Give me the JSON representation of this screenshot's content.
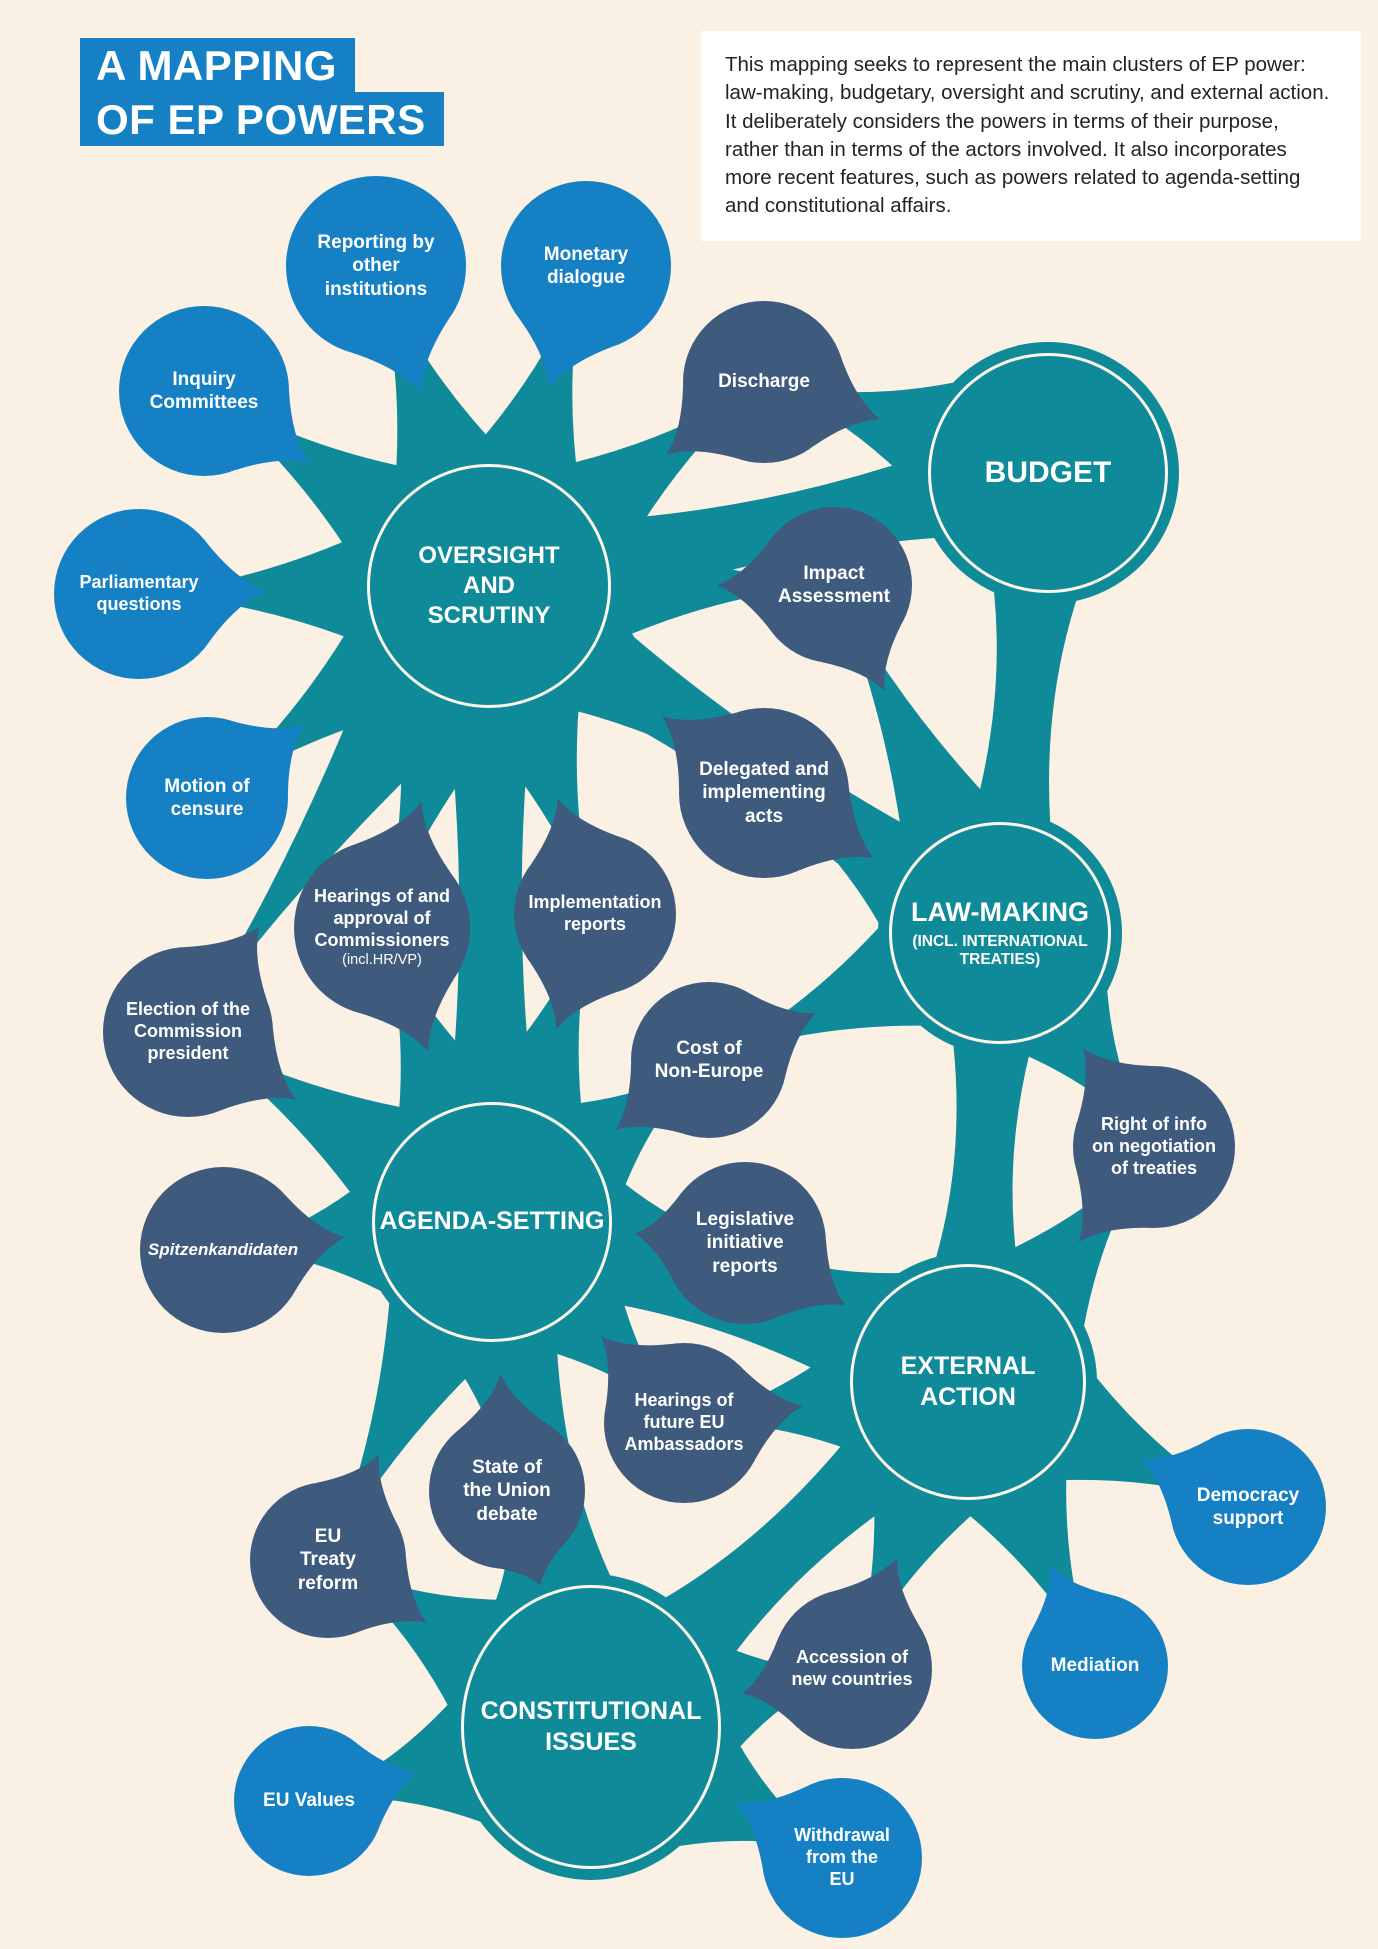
{
  "title": {
    "line1": "A MAPPING",
    "line2": "OF EP POWERS"
  },
  "intro": {
    "text": "This mapping seeks to represent the main clusters of EP power: law-making, budgetary, oversight and scrutiny, and external action. It deliberately considers the powers in terms of their purpose, rather than in terms of the actors involved. It also incorporates more recent features, such as powers related to agenda-setting and constitutional affairs."
  },
  "colors": {
    "teal": "#0e8a99",
    "blue": "#1581c4",
    "navy": "#3e5a7d",
    "background": "#faf0e4",
    "ring": "#fcf5ea",
    "ink": "#262223"
  },
  "hubs": [
    {
      "id": "oversight",
      "label": "OVERSIGHT\nAND\nSCRUTINY"
    },
    {
      "id": "budget",
      "label": "BUDGET"
    },
    {
      "id": "lawmaking",
      "label": "LAW-MAKING",
      "sublabel": "(INCL. INTERNATIONAL\nTREATIES)"
    },
    {
      "id": "agenda",
      "label": "AGENDA-SETTING"
    },
    {
      "id": "external",
      "label": "EXTERNAL ACTION"
    },
    {
      "id": "constitutional",
      "label": "CONSTITUTIONAL\nISSUES"
    }
  ],
  "satellites": [
    {
      "id": "reporting",
      "label": "Reporting by\nother\ninstitutions",
      "color": "blue",
      "connects": [
        "oversight"
      ]
    },
    {
      "id": "monetary",
      "label": "Monetary\ndialogue",
      "color": "blue",
      "connects": [
        "oversight"
      ]
    },
    {
      "id": "inquiry",
      "label": "Inquiry\nCommittees",
      "color": "blue",
      "connects": [
        "oversight"
      ]
    },
    {
      "id": "parliamentary",
      "label": "Parliamentary\nquestions",
      "color": "blue",
      "connects": [
        "oversight"
      ]
    },
    {
      "id": "motion",
      "label": "Motion of\ncensure",
      "color": "blue",
      "connects": [
        "oversight"
      ]
    },
    {
      "id": "discharge",
      "label": "Discharge",
      "color": "navy",
      "connects": [
        "oversight",
        "budget"
      ]
    },
    {
      "id": "impact",
      "label": "Impact\nAssessment",
      "color": "navy",
      "connects": [
        "oversight",
        "lawmaking"
      ]
    },
    {
      "id": "delegated",
      "label": "Delegated and\nimplementing\nacts",
      "color": "navy",
      "connects": [
        "oversight",
        "lawmaking"
      ]
    },
    {
      "id": "implementation",
      "label": "Implementation\nreports",
      "color": "navy",
      "connects": [
        "oversight",
        "agenda"
      ]
    },
    {
      "id": "hearingscomm",
      "label": "Hearings of and\napproval of\nCommissioners",
      "sublabel": "(incl.HR/VP)",
      "color": "navy",
      "connects": [
        "oversight",
        "agenda"
      ]
    },
    {
      "id": "election",
      "label": "Election of the\nCommission\npresident",
      "color": "navy",
      "connects": [
        "oversight",
        "agenda"
      ]
    },
    {
      "id": "spitzen",
      "label": "Spitzenkandidaten",
      "color": "navy",
      "connects": [
        "agenda"
      ]
    },
    {
      "id": "cost",
      "label": "Cost of\nNon-Europe",
      "color": "navy",
      "connects": [
        "lawmaking",
        "agenda"
      ]
    },
    {
      "id": "legislative",
      "label": "Legislative\ninitiative\nreports",
      "color": "navy",
      "connects": [
        "agenda",
        "external"
      ]
    },
    {
      "id": "rightinfo",
      "label": "Right of info\non negotiation\nof treaties",
      "color": "navy",
      "connects": [
        "lawmaking",
        "external"
      ]
    },
    {
      "id": "ambassadors",
      "label": "Hearings of\nfuture EU\nAmbassadors",
      "color": "navy",
      "connects": [
        "external",
        "agenda"
      ]
    },
    {
      "id": "stateunion",
      "label": "State of\nthe Union\ndebate",
      "color": "navy",
      "connects": [
        "agenda",
        "constitutional"
      ]
    },
    {
      "id": "treatyreform",
      "label": "EU\nTreaty\nreform",
      "color": "navy",
      "connects": [
        "agenda",
        "constitutional"
      ]
    },
    {
      "id": "accession",
      "label": "Accession of\nnew countries",
      "color": "navy",
      "connects": [
        "external",
        "constitutional"
      ]
    },
    {
      "id": "democracy",
      "label": "Democracy\nsupport",
      "color": "blue",
      "connects": [
        "external"
      ]
    },
    {
      "id": "mediation",
      "label": "Mediation",
      "color": "blue",
      "connects": [
        "external"
      ]
    },
    {
      "id": "euvalues",
      "label": "EU Values",
      "color": "blue",
      "connects": [
        "constitutional"
      ]
    },
    {
      "id": "withdrawal",
      "label": "Withdrawal\nfrom the\nEU",
      "color": "blue",
      "connects": [
        "constitutional"
      ]
    }
  ],
  "hub_links": [
    [
      "oversight",
      "budget"
    ],
    [
      "oversight",
      "lawmaking"
    ],
    [
      "oversight",
      "agenda"
    ],
    [
      "budget",
      "lawmaking"
    ],
    [
      "lawmaking",
      "external"
    ],
    [
      "agenda",
      "external"
    ],
    [
      "agenda",
      "constitutional"
    ],
    [
      "external",
      "constitutional"
    ]
  ]
}
